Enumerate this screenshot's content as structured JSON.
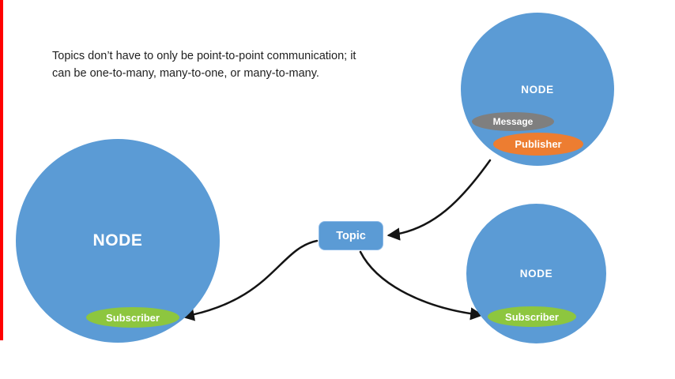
{
  "caption": {
    "line1": "Topics don’t have to only be point-to-point communication; it",
    "line2": "can be one-to-many, many-to-one, or many-to-many."
  },
  "topic": {
    "label": "Topic"
  },
  "nodes": {
    "left": {
      "label": "NODE",
      "subscriber": "Subscriber"
    },
    "top_right": {
      "label": "NODE",
      "message": "Message",
      "publisher": "Publisher"
    },
    "bottom_right": {
      "label": "NODE",
      "subscriber": "Subscriber"
    }
  },
  "colors": {
    "node-blue": "#5b9bd5",
    "topic-blue": "#5b9bd5",
    "subscriber-green": "#8dc63f",
    "publisher-orange": "#ed7d31",
    "message-gray": "#7f7f7f",
    "arrow-black": "#141414",
    "accent-red": "#ff0000",
    "text-dark": "#1f1f1f"
  }
}
